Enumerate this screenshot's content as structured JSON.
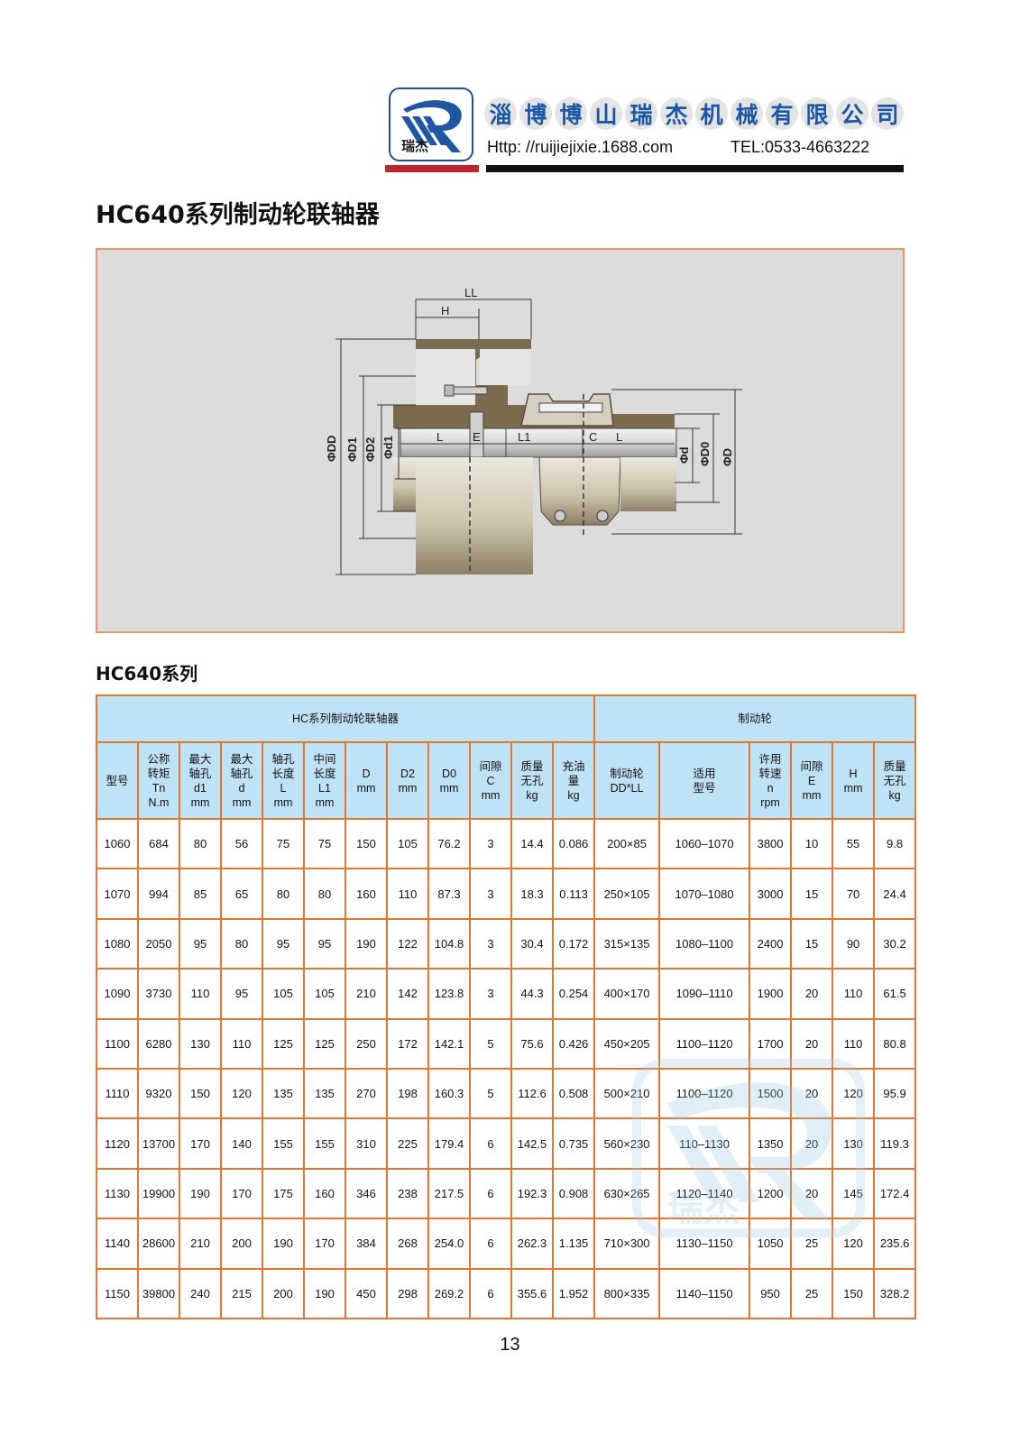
{
  "header": {
    "logo_text": "瑞杰",
    "company_name_chars": [
      "淄",
      "博",
      "博",
      "山",
      "瑞",
      "杰",
      "机",
      "械",
      "有",
      "限",
      "公",
      "司"
    ],
    "website": "Http: //ruijiejixie.1688.com",
    "tel": "TEL:0533-4663222",
    "colors": {
      "brand_blue": "#1b57a8",
      "red_bar": "#c2242b"
    }
  },
  "page_title": "HC640系列制动轮联轴器",
  "diagram": {
    "labels": {
      "LL": "LL",
      "H": "H",
      "DD": "ΦDD",
      "D1": "ΦD1",
      "D2": "ΦD2",
      "d1": "Φd1",
      "L_left": "L",
      "E": "E",
      "L1": "L1",
      "C": "C",
      "L_right": "L",
      "d": "Φd",
      "D0": "ΦD0",
      "D": "ΦD"
    }
  },
  "section_title": "HC640系列",
  "table": {
    "group_headers": [
      {
        "label": "HC系列制动轮联轴器",
        "colspan": 12
      },
      {
        "label": "制动轮",
        "colspan": 6
      }
    ],
    "columns": [
      [
        "型号"
      ],
      [
        "公称",
        "转矩",
        "Tn",
        "N.m"
      ],
      [
        "最大",
        "轴孔",
        "d1",
        "mm"
      ],
      [
        "最大",
        "轴孔",
        "d",
        "mm"
      ],
      [
        "轴孔",
        "长度",
        "L",
        "mm"
      ],
      [
        "中间",
        "长度",
        "L1",
        "mm"
      ],
      [
        "D",
        "mm"
      ],
      [
        "D2",
        "mm"
      ],
      [
        "D0",
        "mm"
      ],
      [
        "间隙",
        "C",
        "mm"
      ],
      [
        "质量",
        "无孔",
        "kg"
      ],
      [
        "充油",
        "量",
        "kg"
      ],
      [
        "制动轮",
        "DD*LL"
      ],
      [
        "适用",
        "型号"
      ],
      [
        "许用",
        "转速",
        "n",
        "rpm"
      ],
      [
        "间隙",
        "E",
        "mm"
      ],
      [
        "H",
        "mm"
      ],
      [
        "质量",
        "无孔",
        "kg"
      ]
    ],
    "rows": [
      [
        "1060",
        "684",
        "80",
        "56",
        "75",
        "75",
        "150",
        "105",
        "76.2",
        "3",
        "14.4",
        "0.086",
        "200×85",
        "1060–1070",
        "3800",
        "10",
        "55",
        "9.8"
      ],
      [
        "1070",
        "994",
        "85",
        "65",
        "80",
        "80",
        "160",
        "110",
        "87.3",
        "3",
        "18.3",
        "0.113",
        "250×105",
        "1070–1080",
        "3000",
        "15",
        "70",
        "24.4"
      ],
      [
        "1080",
        "2050",
        "95",
        "80",
        "95",
        "95",
        "190",
        "122",
        "104.8",
        "3",
        "30.4",
        "0.172",
        "315×135",
        "1080–1100",
        "2400",
        "15",
        "90",
        "30.2"
      ],
      [
        "1090",
        "3730",
        "110",
        "95",
        "105",
        "105",
        "210",
        "142",
        "123.8",
        "3",
        "44.3",
        "0.254",
        "400×170",
        "1090–1110",
        "1900",
        "20",
        "110",
        "61.5"
      ],
      [
        "1100",
        "6280",
        "130",
        "110",
        "125",
        "125",
        "250",
        "172",
        "142.1",
        "5",
        "75.6",
        "0.426",
        "450×205",
        "1100–1120",
        "1700",
        "20",
        "110",
        "80.8"
      ],
      [
        "1110",
        "9320",
        "150",
        "120",
        "135",
        "135",
        "270",
        "198",
        "160.3",
        "5",
        "112.6",
        "0.508",
        "500×210",
        "1100–1120",
        "1500",
        "20",
        "120",
        "95.9"
      ],
      [
        "1120",
        "13700",
        "170",
        "140",
        "155",
        "155",
        "310",
        "225",
        "179.4",
        "6",
        "142.5",
        "0.735",
        "560×230",
        "110–1130",
        "1350",
        "20",
        "130",
        "119.3"
      ],
      [
        "1130",
        "19900",
        "190",
        "170",
        "175",
        "160",
        "346",
        "238",
        "217.5",
        "6",
        "192.3",
        "0.908",
        "630×265",
        "1120–1140",
        "1200",
        "20",
        "145",
        "172.4"
      ],
      [
        "1140",
        "28600",
        "210",
        "200",
        "190",
        "170",
        "384",
        "268",
        "254.0",
        "6",
        "262.3",
        "1.135",
        "710×300",
        "1130–1150",
        "1050",
        "25",
        "120",
        "235.6"
      ],
      [
        "1150",
        "39800",
        "240",
        "215",
        "200",
        "190",
        "450",
        "298",
        "269.2",
        "6",
        "355.6",
        "1.952",
        "800×335",
        "1140–1150",
        "950",
        "25",
        "150",
        "328.2"
      ]
    ],
    "colors": {
      "border": "#e2762f",
      "header_bg": "#bfe3f6"
    }
  },
  "watermark_text": "瑞杰",
  "page_number": "13"
}
